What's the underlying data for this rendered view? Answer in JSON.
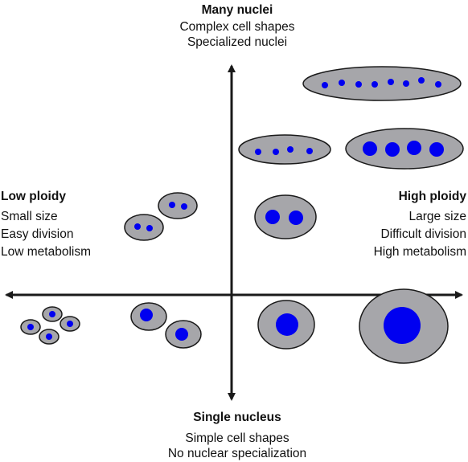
{
  "axes": {
    "top": {
      "title": "Many nuclei",
      "lines": [
        "Complex cell shapes",
        "Specialized nuclei"
      ]
    },
    "bottom": {
      "title": "Single nucleus",
      "lines": [
        "Simple cell shapes",
        "No nuclear specialization"
      ]
    },
    "left": {
      "title": "Low ploidy",
      "lines": [
        "Small size",
        "Easy division",
        "Low metabolism"
      ]
    },
    "right": {
      "title": "High ploidy",
      "lines": [
        "Large size",
        "Difficult division",
        "High metabolism"
      ]
    }
  },
  "colors": {
    "cell_fill": "#a6a6aa",
    "cell_stroke": "#1a1a1a",
    "nucleus": "#0000f0",
    "axis": "#1a1a1a"
  }
}
